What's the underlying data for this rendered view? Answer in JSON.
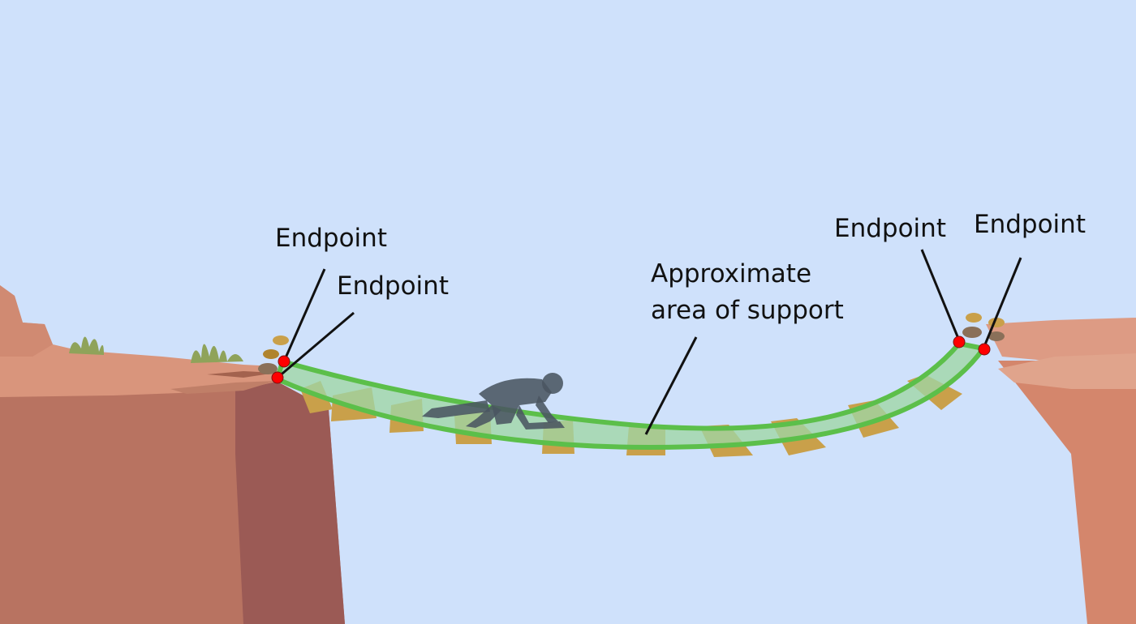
{
  "labels": {
    "endpoint_left_top": "Endpoint",
    "endpoint_left_inner": "Endpoint",
    "endpoint_right_inner": "Endpoint",
    "endpoint_right_outer": "Endpoint",
    "support_line1": "Approximate",
    "support_line2": "area of support"
  },
  "colors": {
    "sky": "#cfe1fb",
    "cliff_top": "#d9957c",
    "cliff_face": "#b87361",
    "cliff_shadow": "#9b5a55",
    "plank": "#c9a04a",
    "plank_dark": "#b0842e",
    "support_fill": "#9fd6a5",
    "support_outline": "#5cbf4a",
    "endpoint": "#ff0000",
    "person": "#4a5561",
    "grass": "#8fa35a",
    "pointer": "#111111"
  },
  "icons": {
    "person": "crawling-person-icon",
    "grass": "grass-tuft-icon"
  }
}
